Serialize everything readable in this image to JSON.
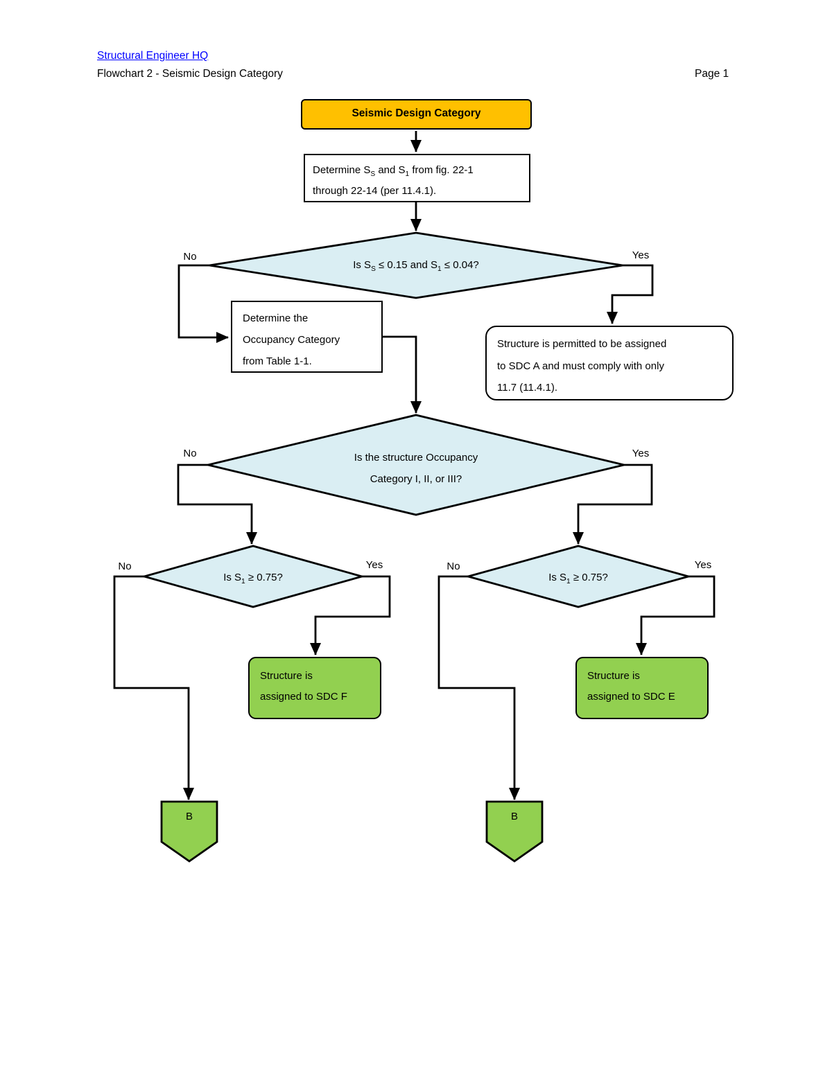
{
  "header": {
    "site_link": "Structural Engineer HQ",
    "subtitle": "Flowchart 2 - Seismic Design Category",
    "page": "Page 1"
  },
  "colors": {
    "link": "#0000FF",
    "title_fill": "#FFC000",
    "decision_fill": "#DAEEF3",
    "terminal_fill": "#92D050",
    "line": "#000000"
  },
  "nodes": {
    "title": {
      "label": "Seismic Design Category"
    },
    "determine_s": {
      "t1": "Determine S",
      "s1": "S",
      "t2": " and S",
      "s2": "1",
      "t3": " from fig. 22-1",
      "line2": "through 22-14 (per 11.4.1)."
    },
    "decision1": {
      "t1": "Is S",
      "s1": "S",
      "t2": " ≤ 0.15 and S",
      "s2": "1",
      "t3": " ≤ 0.04?",
      "no": "No",
      "yes": "Yes"
    },
    "determine_occupancy": {
      "line1": "Determine the",
      "line2": "Occupancy Category",
      "line3": "from Table 1-1."
    },
    "sdc_a": {
      "line1": "Structure is permitted to be assigned",
      "line2": "to SDC A and must comply with only",
      "line3": "11.7 (11.4.1)."
    },
    "decision2": {
      "line1": "Is the structure Occupancy",
      "line2": "Category I, II, or III?",
      "no": "No",
      "yes": "Yes"
    },
    "decision3": {
      "t1": "Is S",
      "s1": "1",
      "t2": " ≥ 0.75?",
      "no": "No",
      "yes": "Yes"
    },
    "decision4": {
      "t1": "Is S",
      "s1": "1",
      "t2": " ≥ 0.75?",
      "no": "No",
      "yes": "Yes"
    },
    "sdc_f": {
      "line1": "Structure is",
      "line2": "assigned to SDC F"
    },
    "sdc_e": {
      "line1": "Structure is",
      "line2": "assigned to SDC E"
    },
    "connector_b_left": {
      "label": "B"
    },
    "connector_b_right": {
      "label": "B"
    }
  }
}
